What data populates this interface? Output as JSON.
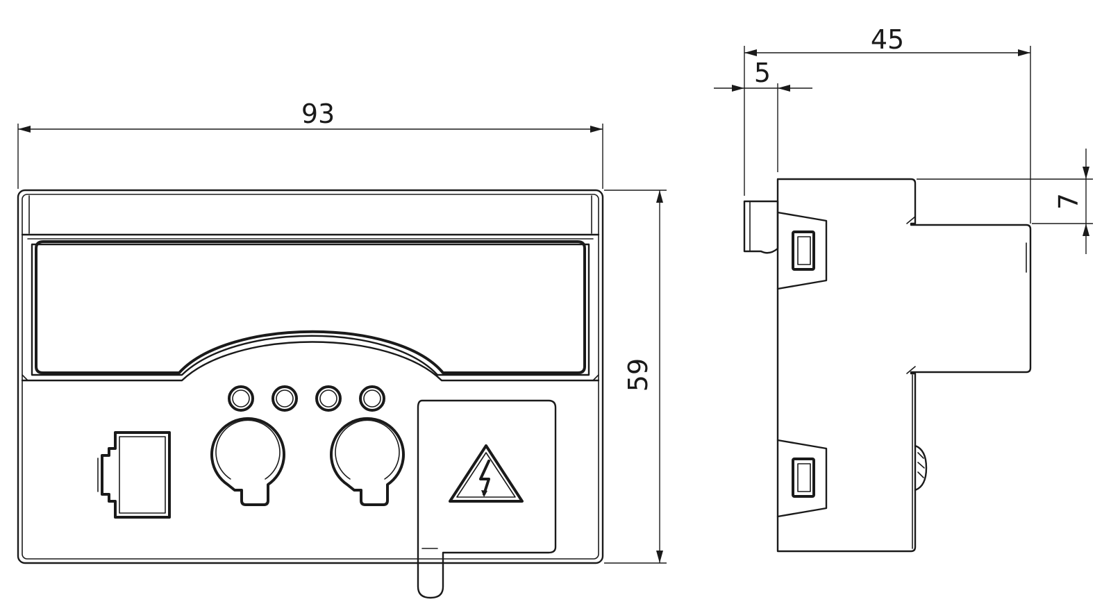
{
  "front_view": {
    "width_label": "93",
    "height_label": "59",
    "indicator_leds": 4,
    "warning_icon": "electric-hazard-icon",
    "connector_icon": "rj-jack-icon"
  },
  "side_view": {
    "depth_label": "45",
    "offset_label": "5",
    "step_label": "7"
  },
  "colors": {
    "line": "#1a1a1a",
    "background": "#ffffff"
  }
}
